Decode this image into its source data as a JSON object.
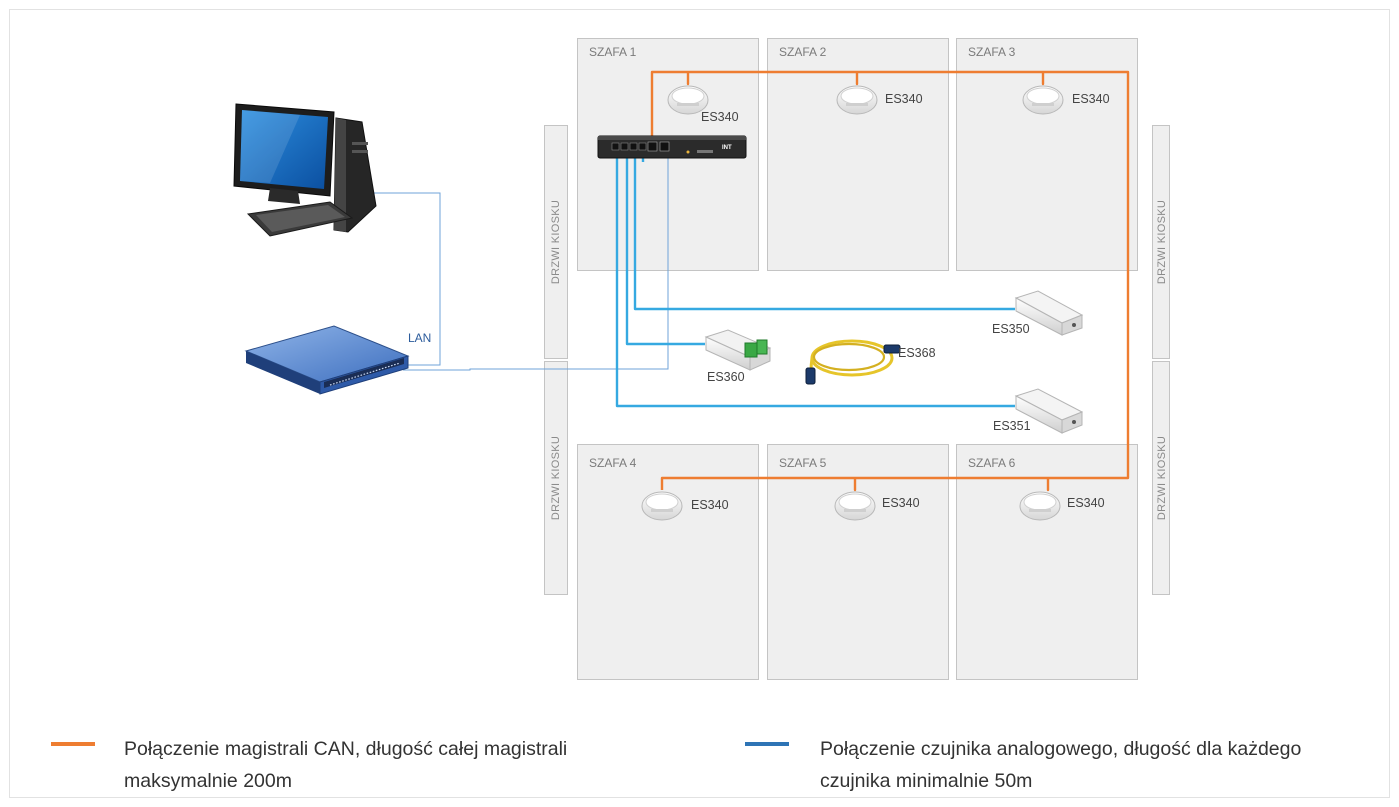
{
  "cabinets": [
    "SZAFA 1",
    "SZAFA 2",
    "SZAFA 3",
    "SZAFA 4",
    "SZAFA 5",
    "SZAFA 6"
  ],
  "doors": [
    "DRZWI KIOSKU",
    "DRZWI KIOSKU",
    "DRZWI KIOSKU",
    "DRZWI KIOSKU"
  ],
  "devices": {
    "smoke_top": [
      "ES340",
      "ES340",
      "ES340"
    ],
    "smoke_bottom": [
      "ES340",
      "ES340",
      "ES340"
    ],
    "es350": "ES350",
    "es351": "ES351",
    "es360": "ES360",
    "es368": "ES368",
    "lan": "LAN"
  },
  "legend": {
    "can": {
      "color": "#ee7d31",
      "line1": "Połączenie magistrali CAN, długość całej magistrali",
      "line2": "maksymalnie 200m"
    },
    "analog": {
      "color": "#2e74b5",
      "line1": "Połączenie czujnika analogowego, długość dla każdego",
      "line2": "czujnika minimalnie 50m"
    }
  },
  "colors": {
    "can_line": "#ee7d31",
    "analog_line": "#35a9e1",
    "lan_line": "#6fa3d8"
  }
}
